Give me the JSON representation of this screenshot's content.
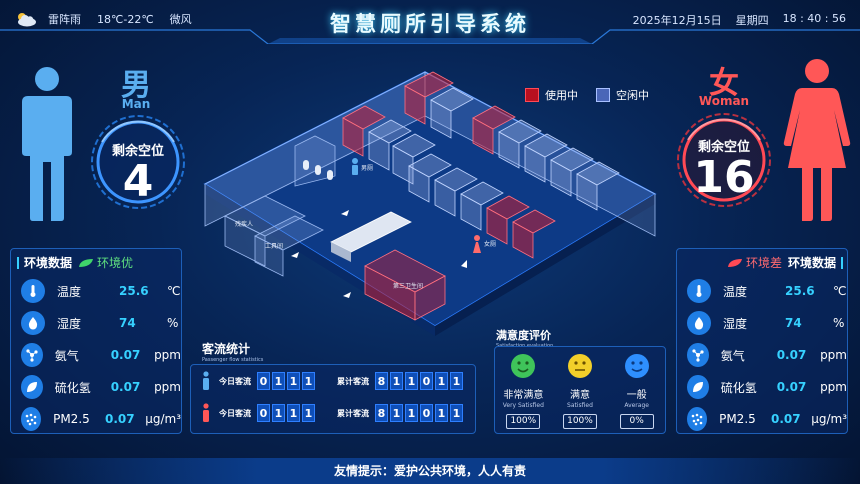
{
  "header": {
    "weather_icon": "cloud-sun-icon",
    "weather": "雷阵雨",
    "temperature_range": "18℃-22℃",
    "wind": "微风",
    "title": "智慧厕所引导系统",
    "date": "2025年12月15日",
    "weekday": "星期四",
    "time": "18 : 40 : 56"
  },
  "legend": {
    "in_use": "使用中",
    "available": "空闲中"
  },
  "colors": {
    "in_use": "#b81020",
    "available": "#4a66b8",
    "male": "#5aaef0",
    "female": "#ff5757",
    "accent": "#36d1ff"
  },
  "men": {
    "label": "男",
    "label_en": "Man",
    "remaining_label": "剩余空位",
    "remaining": "4"
  },
  "women": {
    "label": "女",
    "label_en": "Woman",
    "remaining_label": "剩余空位",
    "remaining": "16"
  },
  "map_labels": {
    "male_room": "男厕",
    "female_room": "女厕",
    "disabled_room": "残疾人",
    "tool_room": "工具间",
    "third_room": "第三卫生间"
  },
  "env_left": {
    "title": "环境数据",
    "status": "环境优",
    "rows": [
      {
        "icon": "thermometer-icon",
        "name": "温度",
        "value": "25.6",
        "unit": "℃"
      },
      {
        "icon": "droplet-icon",
        "name": "湿度",
        "value": "74",
        "unit": "%"
      },
      {
        "icon": "molecule-icon",
        "name": "氨气",
        "value": "0.07",
        "unit": "ppm"
      },
      {
        "icon": "leaf-icon",
        "name": "硫化氢",
        "value": "0.07",
        "unit": "ppm"
      },
      {
        "icon": "particles-icon",
        "name": "PM2.5",
        "value": "0.07",
        "unit": "μg/m³"
      }
    ]
  },
  "env_right": {
    "title": "环境数据",
    "status": "环境差",
    "rows": [
      {
        "icon": "thermometer-icon",
        "name": "温度",
        "value": "25.6",
        "unit": "℃"
      },
      {
        "icon": "droplet-icon",
        "name": "湿度",
        "value": "74",
        "unit": "%"
      },
      {
        "icon": "molecule-icon",
        "name": "氨气",
        "value": "0.07",
        "unit": "ppm"
      },
      {
        "icon": "leaf-icon",
        "name": "硫化氢",
        "value": "0.07",
        "unit": "ppm"
      },
      {
        "icon": "particles-icon",
        "name": "PM2.5",
        "value": "0.07",
        "unit": "μg/m³"
      }
    ]
  },
  "traffic": {
    "title": "客流统计",
    "subtitle": "Passenger flow statistics",
    "rows": [
      {
        "gender": "male",
        "today_label": "今日客流",
        "today_digits": [
          "0",
          "1",
          "1",
          "1"
        ],
        "total_label": "累计客流",
        "total_digits": [
          "8",
          "1",
          "1",
          "0",
          "1",
          "1"
        ]
      },
      {
        "gender": "female",
        "today_label": "今日客流",
        "today_digits": [
          "0",
          "1",
          "1",
          "1"
        ],
        "total_label": "累计客流",
        "total_digits": [
          "8",
          "1",
          "1",
          "0",
          "1",
          "1"
        ]
      }
    ]
  },
  "satisfaction": {
    "title": "满意度评价",
    "subtitle": "Satisfaction evaluation",
    "items": [
      {
        "icon": "very-satisfied-face-icon",
        "label": "非常满意",
        "label_en": "Very Satisfied",
        "percent": "100%",
        "color": "#3fc45a"
      },
      {
        "icon": "satisfied-face-icon",
        "label": "满意",
        "label_en": "Satisfied",
        "percent": "100%",
        "color": "#f2cf2a"
      },
      {
        "icon": "average-face-icon",
        "label": "一般",
        "label_en": "Average",
        "percent": "0%",
        "color": "#2e8fff"
      }
    ]
  },
  "footer": {
    "tip": "友情提示：爱护公共环境，人人有责"
  }
}
